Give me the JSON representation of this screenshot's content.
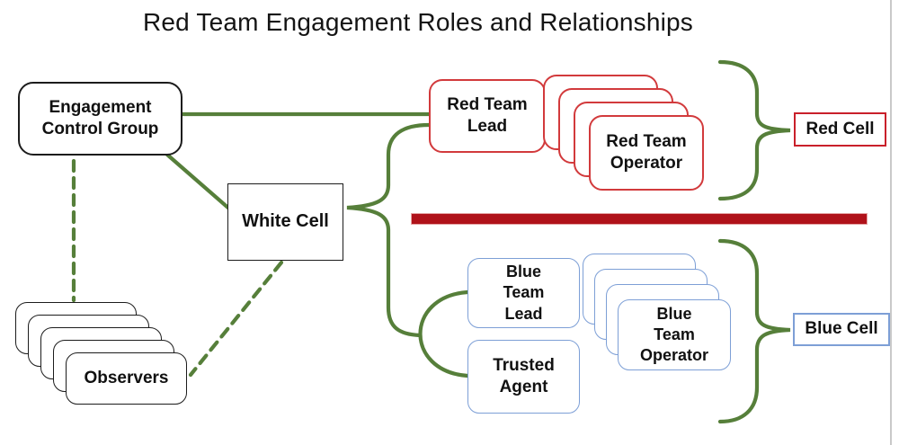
{
  "title": "Red Team Engagement Roles and Relationships",
  "colors": {
    "connector_green": "#567f3a",
    "red_box_border": "#d23a3c",
    "red_cell_border": "#c9202a",
    "blue_box_border": "#7d9fd6",
    "black_box_border": "#1c1c1c",
    "divider_red": "#b0121a"
  },
  "nodes": {
    "engagement_control_group": {
      "line1": "Engagement",
      "line2": "Control Group"
    },
    "white_cell": {
      "label": "White Cell"
    },
    "observers": {
      "label": "Observers",
      "stack_count": 5
    },
    "red_team_lead": {
      "line1": "Red Team",
      "line2": "Lead"
    },
    "red_team_operator": {
      "line1": "Red Team",
      "line2": "Operator",
      "stack_count": 4
    },
    "red_cell": {
      "label": "Red Cell"
    },
    "blue_team_lead": {
      "line1": "Blue",
      "line2": "Team",
      "line3": "Lead"
    },
    "trusted_agent": {
      "line1": "Trusted",
      "line2": "Agent"
    },
    "blue_team_operator": {
      "line1": "Blue",
      "line2": "Team",
      "line3": "Operator",
      "stack_count": 4
    },
    "blue_cell": {
      "label": "Blue Cell"
    }
  }
}
